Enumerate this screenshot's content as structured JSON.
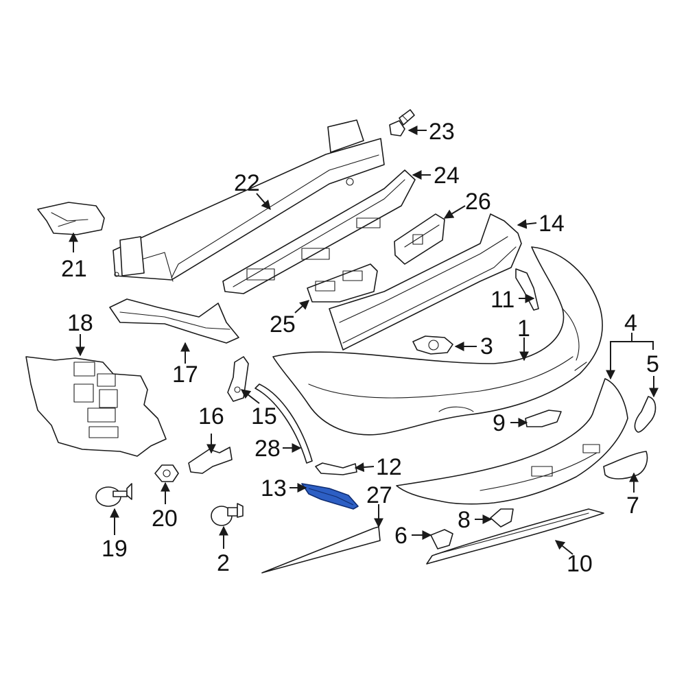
{
  "callouts": {
    "c1": "1",
    "c2": "2",
    "c3": "3",
    "c4": "4",
    "c5": "5",
    "c6": "6",
    "c7": "7",
    "c8": "8",
    "c9": "9",
    "c10": "10",
    "c11": "11",
    "c12": "12",
    "c13": "13",
    "c14": "14",
    "c15": "15",
    "c16": "16",
    "c17": "17",
    "c18": "18",
    "c19": "19",
    "c20": "20",
    "c21": "21",
    "c22": "22",
    "c23": "23",
    "c24": "24",
    "c25": "25",
    "c26": "26",
    "c27": "27",
    "c28": "28"
  },
  "colors": {
    "highlight": "#2d5fc4",
    "line": "#1a1a1a",
    "background": "#ffffff"
  },
  "highlighted_part": "13"
}
